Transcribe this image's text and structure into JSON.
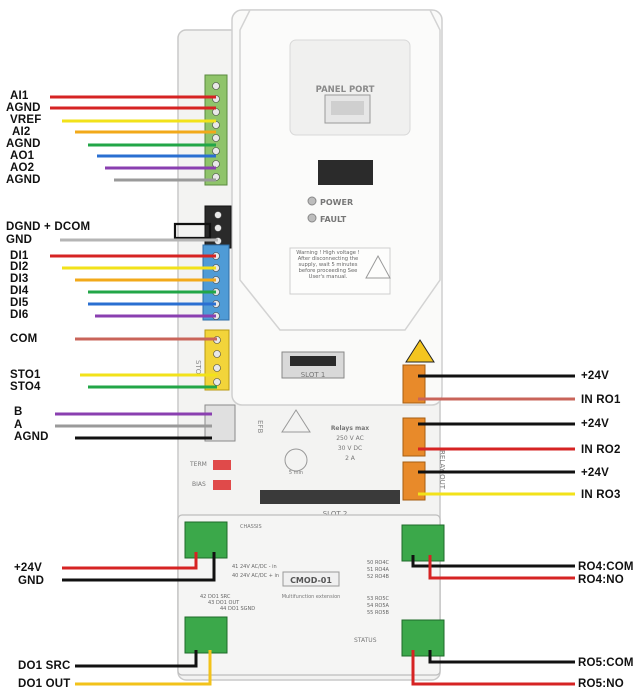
{
  "device": {
    "panel_port": "PANEL PORT",
    "power": "POWER",
    "fault": "FAULT",
    "warning": "Warning ! High voltage ! After disconnecting the supply, wait 5 minutes before proceeding See User's manual.",
    "slot1": "SLOT 1",
    "slot2": "SLOT 2",
    "relays_max": "Relays max",
    "relay_250vac": "250 V AC",
    "relay_30vdc": "30 V DC",
    "relay_2a": "2 A",
    "five_min": "5 min",
    "efb": "EFB",
    "term": "TERM",
    "bias": "BIAS",
    "relay_out": "RELAY OUT",
    "sto": "STO",
    "cmod": "CMOD-01",
    "cmod_sub": "Multifunction extension",
    "chassis": "CHASSIS",
    "status": "STATUS",
    "t40_41": "40 24V AC/DC + in",
    "t41": "41 24V AC/DC - in",
    "t42": "42 DO1 SRC",
    "t43": "43 DO1 OUT",
    "t44": "44 DO1 SGND",
    "t50": "50 RO4C",
    "t51": "51 RO4A",
    "t52": "52 RO4B",
    "t53": "53 RO5C",
    "t54": "54 RO5A",
    "t55": "55 RO5B"
  },
  "left_labels": [
    {
      "text": "AI1",
      "color": "#d62323"
    },
    {
      "text": "AGND",
      "color": "#d62323"
    },
    {
      "text": "VREF",
      "color": "#f2e21a"
    },
    {
      "text": "AI2",
      "color": "#f2a91a"
    },
    {
      "text": "AGND",
      "color": "#22a647"
    },
    {
      "text": "AO1",
      "color": "#2a6fd1"
    },
    {
      "text": "AO2",
      "color": "#8a3fb0"
    },
    {
      "text": "AGND",
      "color": "#9a9a9a"
    },
    {
      "text": "DGND + DCOM",
      "color": "#111111"
    },
    {
      "text": "GND",
      "color": "#b5b5b5"
    },
    {
      "text": "DI1",
      "color": "#d62323"
    },
    {
      "text": "DI2",
      "color": "#f2e21a"
    },
    {
      "text": "DI3",
      "color": "#f2a91a"
    },
    {
      "text": "DI4",
      "color": "#22a647"
    },
    {
      "text": "DI5",
      "color": "#2a6fd1"
    },
    {
      "text": "DI6",
      "color": "#8a3fb0"
    },
    {
      "text": "COM",
      "color": "#c9645a"
    },
    {
      "text": "STO1",
      "color": "#f2e21a"
    },
    {
      "text": "STO4",
      "color": "#22a647"
    },
    {
      "text": "B",
      "color": "#8a3fb0"
    },
    {
      "text": "A",
      "color": "#9a9a9a"
    },
    {
      "text": "AGND",
      "color": "#111111"
    },
    {
      "text": "+24V",
      "color": "#d62323"
    },
    {
      "text": "GND",
      "color": "#111111"
    },
    {
      "text": "DO1 SRC",
      "color": "#111111"
    },
    {
      "text": "DO1 OUT",
      "color": "#f2c21a"
    }
  ],
  "right_labels": [
    {
      "text": "+24V",
      "color": "#111111"
    },
    {
      "text": "IN RO1",
      "color": "#c9645a"
    },
    {
      "text": "+24V",
      "color": "#111111"
    },
    {
      "text": "IN RO2",
      "color": "#d62323"
    },
    {
      "text": "+24V",
      "color": "#111111"
    },
    {
      "text": "IN RO3",
      "color": "#f2e21a"
    },
    {
      "text": "RO4:COM",
      "color": "#111111"
    },
    {
      "text": "RO4:NO",
      "color": "#d62323"
    },
    {
      "text": "RO5:COM",
      "color": "#111111"
    },
    {
      "text": "RO5:NO",
      "color": "#d62323"
    }
  ]
}
